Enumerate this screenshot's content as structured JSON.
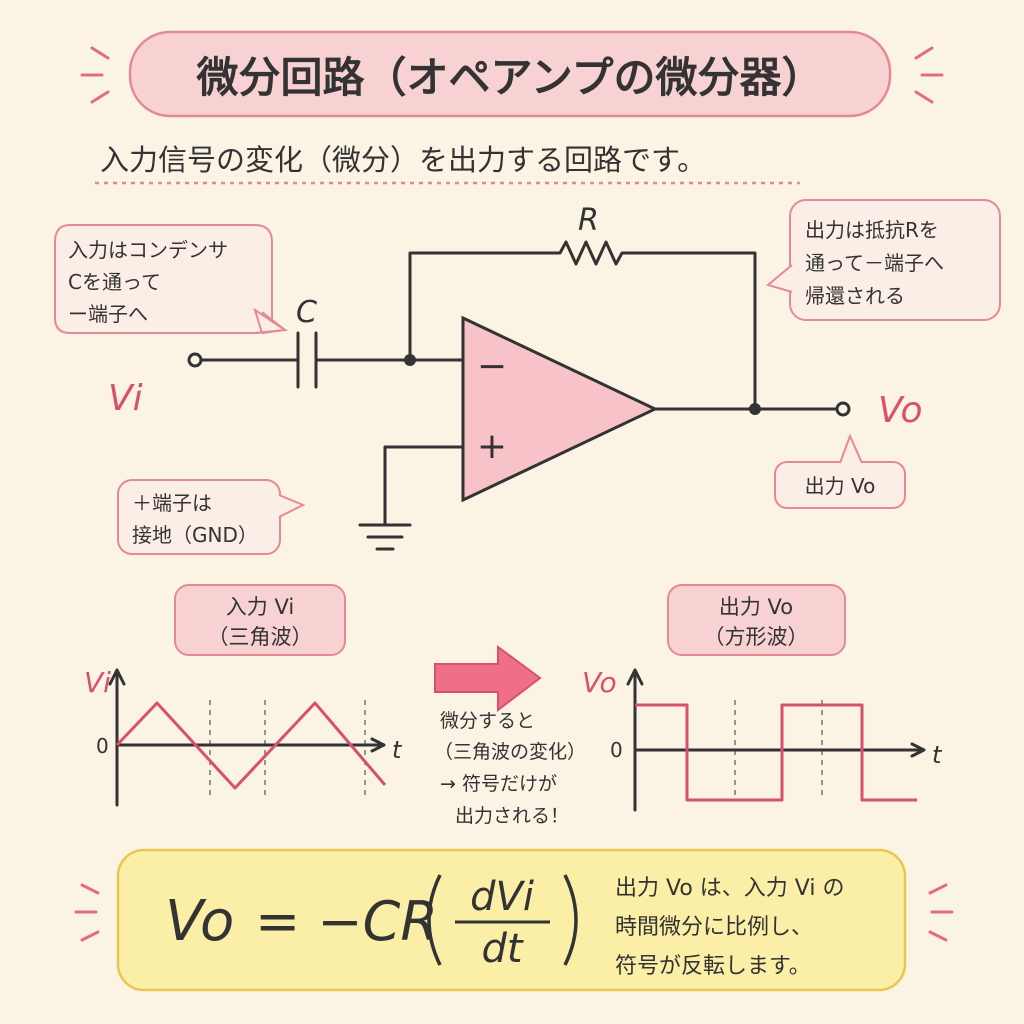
{
  "title": "微分回路（オペアンプの微分器）",
  "subtitle": "入力信号の変化（微分）を出力する回路です。",
  "callouts": {
    "input": [
      "入力はコンデンサ",
      "Cを通って",
      "ー端子へ"
    ],
    "feedback": [
      "出力は抵抗Rを",
      "通って－端子へ",
      "帰還される"
    ],
    "output": "出力 Vo",
    "ground": [
      "＋端子は",
      "接地（GND）"
    ]
  },
  "circuit": {
    "capacitor_label": "C",
    "resistor_label": "R",
    "input_label": "Vi",
    "output_label": "Vo",
    "minus": "−",
    "plus": "+"
  },
  "graphs": {
    "input": {
      "label": [
        "入力 Vi",
        "（三角波）"
      ],
      "ylabel": "Vi",
      "zero": "0",
      "xlabel": "t"
    },
    "output": {
      "label": [
        "出力 Vo",
        "（方形波）"
      ],
      "ylabel": "Vo",
      "zero": "0",
      "xlabel": "t"
    }
  },
  "arrow_note": [
    "微分すると",
    "（三角波の変化）",
    "→ 符号だけが",
    "出力される！"
  ],
  "formula": {
    "lhs": "Vo",
    "eq": "= −CR",
    "num": "dVi",
    "den": "dt",
    "explanation": [
      "出力 Vo は、入力 Vi の",
      "時間微分に比例し、",
      "符号が反転します。"
    ]
  },
  "colors": {
    "accent": "#d9506e",
    "title_fill": "#f8d2d2",
    "opamp_fill": "#f7c3c8",
    "formula_fill": "#fbeea6",
    "background": "#fbf3e4"
  }
}
